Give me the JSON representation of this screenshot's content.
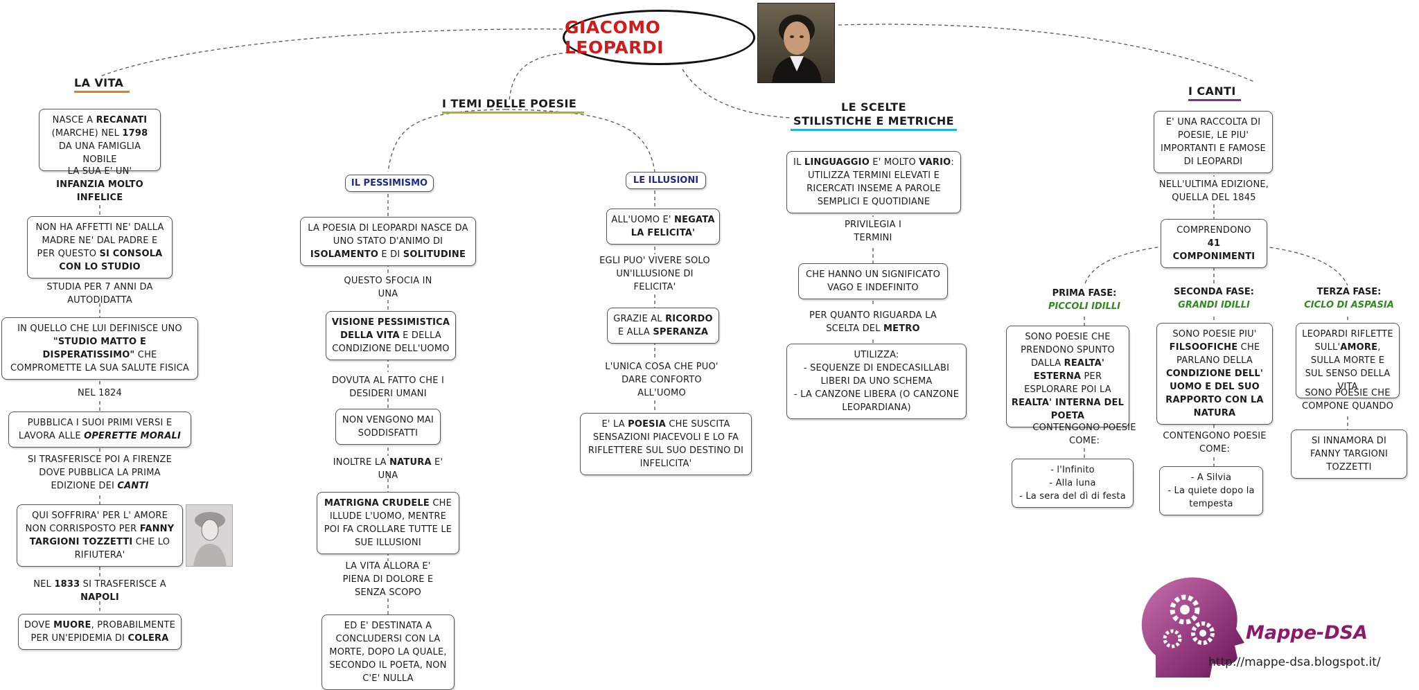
{
  "title": "GIACOMO LEOPARDI",
  "sections": {
    "vita": "LA VITA",
    "temi": "I TEMI DELLE POESIE",
    "scelte_1": "LE SCELTE",
    "scelte_2": "STILISTICHE E METRICHE",
    "canti": "I CANTI"
  },
  "colors": {
    "vita": "#e87b1c",
    "temi": "#a8b02c",
    "scelte": "#1fb3d6",
    "canti": "#8a2a8c",
    "title_red": "#d11b1b",
    "phase_green": "#2e8b1e",
    "logo_purple": "#8b1a6b"
  },
  "vita": {
    "b1": [
      "NASCE A ",
      "RECANATI",
      " (MARCHE) NEL ",
      "1798",
      " DA UNA FAMIGLIA NOBILE"
    ],
    "l1": [
      "LA SUA E' UN'",
      "INFANZIA MOLTO INFELICE"
    ],
    "b2": [
      "NON HA AFFETTI NE' DALLA MADRE NE' DAL PADRE E PER QUESTO ",
      "SI CONSOLA CON LO STUDIO"
    ],
    "l2": "STUDIA PER 7 ANNI DA AUTODIDATTA",
    "b3": [
      "IN QUELLO CHE  LUI DEFINISCE UNO ",
      "\"STUDIO MATTO E DISPERATISSIMO\"",
      " CHE COMPROMETTE LA SUA SALUTE FISICA"
    ],
    "l3": "NEL 1824",
    "b4": [
      "PUBBLICA I SUOI PRIMI VERSI E LAVORA ALLE ",
      "OPERETTE MORALI"
    ],
    "l4": [
      "SI TRASFERISCE POI A FIRENZE DOVE PUBBLICA LA PRIMA EDIZIONE DEI ",
      "CANTI"
    ],
    "b5": [
      "QUI SOFFRIRA' PER L' AMORE NON CORRISPOSTO PER ",
      "FANNY TARGIONI TOZZETTI",
      " CHE LO RIFIUTERA'"
    ],
    "l5": [
      "NEL ",
      "1833",
      " SI TRASFERISCE A ",
      "NAPOLI"
    ],
    "b6": [
      "DOVE ",
      "MUORE",
      ", PROBABILMENTE PER UN'EPIDEMIA DI ",
      "COLERA"
    ]
  },
  "pessimismo": {
    "head": "IL PESSIMISMO",
    "b1": [
      "LA POESIA DI LEOPARDI NASCE DA UNO STATO D'ANIMO DI ",
      "ISOLAMENTO",
      " E DI ",
      "SOLITUDINE"
    ],
    "l1": "QUESTO SFOCIA IN UNA",
    "b2": [
      "VISIONE PESSIMISTICA DELLA VITA",
      " E DELLA CONDIZIONE DELL'UOMO"
    ],
    "l2": "DOVUTA AL FATTO CHE I DESIDERI UMANI",
    "b3": "NON VENGONO MAI SODDISFATTI",
    "l3": [
      "INOLTRE LA ",
      "NATURA",
      " E' UNA"
    ],
    "b4": [
      "MATRIGNA CRUDELE",
      " CHE ILLUDE L'UOMO, MENTRE POI FA CROLLARE TUTTE LE SUE ILLUSIONI"
    ],
    "l4": "LA VITA ALLORA E' PIENA DI DOLORE E SENZA SCOPO",
    "b5": "ED E' DESTINATA A CONCLUDERSI CON LA MORTE, DOPO LA QUALE, SECONDO IL POETA, NON C'E' NULLA"
  },
  "illusioni": {
    "head": "LE ILLUSIONI",
    "b1": [
      "ALL'UOMO E' ",
      "NEGATA LA FELICITA'"
    ],
    "l1": "EGLI PUO' VIVERE SOLO UN'ILLUSIONE DI FELICITA'",
    "b2": [
      "GRAZIE AL ",
      "RICORDO",
      " E ALLA ",
      "SPERANZA"
    ],
    "l2": "L'UNICA COSA CHE PUO' DARE CONFORTO ALL'UOMO",
    "b3": [
      "E' LA ",
      "POESIA",
      " CHE SUSCITA SENSAZIONI PIACEVOLI E LO FA RIFLETTERE SUL SUO DESTINO DI INFELICITA'"
    ]
  },
  "scelte": {
    "b1": [
      "IL ",
      "LINGUAGGIO",
      " E' MOLTO ",
      "VARIO",
      ": UTILIZZA TERMINI ELEVATI E RICERCATI INSEME A PAROLE SEMPLICI E QUOTIDIANE"
    ],
    "l1": "PRIVILEGIA I TERMINI",
    "b2": "CHE HANNO UN SIGNIFICATO VAGO E INDEFINITO",
    "l2": [
      "PER QUANTO RIGUARDA LA SCELTA DEL ",
      "METRO"
    ],
    "b3_title": "UTILIZZA:",
    "b3_items": [
      "- SEQUENZE DI ENDECASILLABI LIBERI DA UNO SCHEMA",
      "- LA CANZONE LIBERA (O CANZONE LEOPARDIANA)"
    ]
  },
  "canti": {
    "b1": "E' UNA RACCOLTA DI POESIE, LE PIU' IMPORTANTI E FAMOSE DI LEOPARDI",
    "l1": "NELL'ULTIMA EDIZIONE, QUELLA DEL 1845",
    "b2": [
      "COMPRENDONO",
      "41 COMPONIMENTI"
    ],
    "fase1": {
      "label": "PRIMA FASE:",
      "name": "PICCOLI IDILLI",
      "b1": [
        "SONO POESIE CHE PRENDONO SPUNTO DALLA ",
        "REALTA' ESTERNA",
        " PER ESPLORARE POI LA ",
        "REALTA' INTERNA DEL POETA"
      ],
      "l1": "CONTENGONO POESIE COME:",
      "items": [
        "- l'Infinito",
        "- Alla luna",
        "- La sera del dì di festa"
      ]
    },
    "fase2": {
      "label": "SECONDA FASE:",
      "name": "GRANDI IDILLI",
      "b1": [
        "SONO POESIE PIU' ",
        "FILSOOFICHE",
        " CHE PARLANO DELLA ",
        "CONDIZIONE DELL' UOMO E DEL SUO RAPPORTO CON LA NATURA"
      ],
      "l1": "CONTENGONO POESIE COME:",
      "items": [
        "- A Silvia",
        "- La quiete dopo la tempesta"
      ]
    },
    "fase3": {
      "label": "TERZA FASE:",
      "name": "CICLO DI ASPASIA",
      "b1": [
        "LEOPARDI RIFLETTE SULL'",
        "AMORE",
        ", SULLA MORTE E SUL SENSO DELLA VITA"
      ],
      "l1": "SONO POESIE CHE COMPONE QUANDO",
      "b2": "SI INNAMORA DI FANNY TARGIONI TOZZETTI"
    }
  },
  "logo": {
    "name": "Mappe-DSA",
    "url": "http://mappe-dsa.blogspot.it/",
    "icon": "gears-head-icon"
  }
}
